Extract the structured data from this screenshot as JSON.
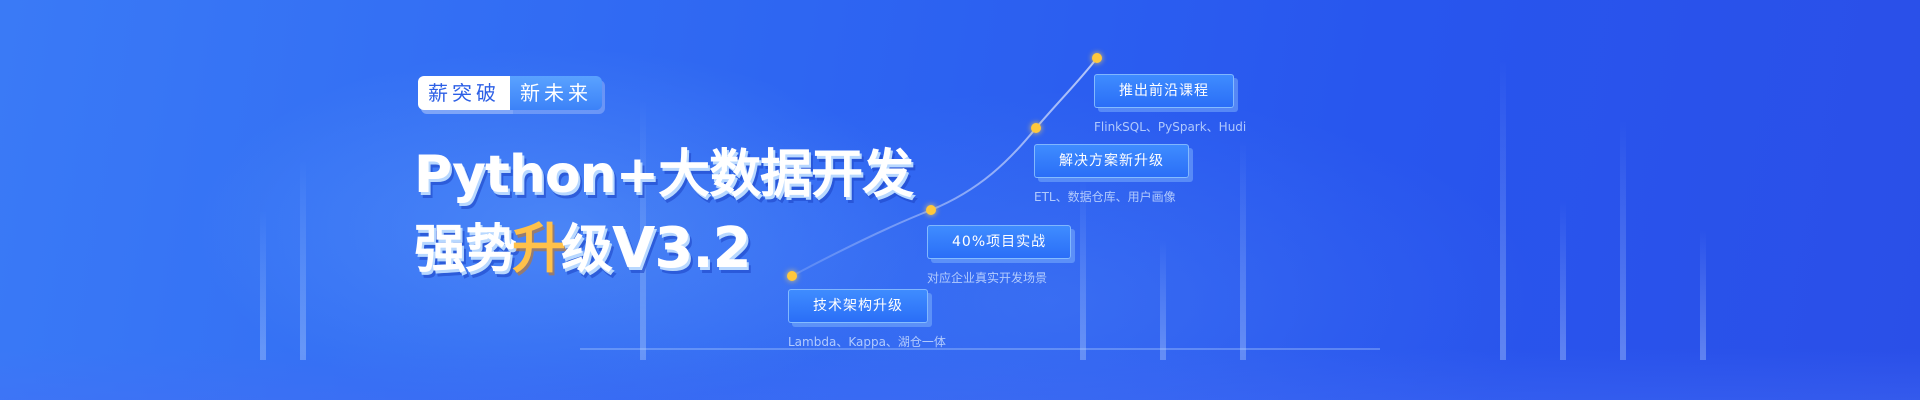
{
  "badge": {
    "left": "薪突破",
    "right": "新未来"
  },
  "headline": {
    "line1": "Python+大数据开发",
    "line2_prefix": "强势",
    "line2_arrow_char": "升",
    "line2_mid": "级",
    "line2_version": "V3.2"
  },
  "steps": [
    {
      "label": "技术架构升级",
      "sub": "Lambda、Kappa、湖仓一体"
    },
    {
      "label": "40%项目实战",
      "sub": "对应企业真实开发场景"
    },
    {
      "label": "解决方案新升级",
      "sub": "ETL、数据仓库、用户画像"
    },
    {
      "label": "推出前沿课程",
      "sub": "FlinkSQL、PySpark、Hudi"
    }
  ],
  "colors": {
    "background": "#2e66f2",
    "accent": "#ffc83c",
    "button": "#2a6ef7"
  }
}
